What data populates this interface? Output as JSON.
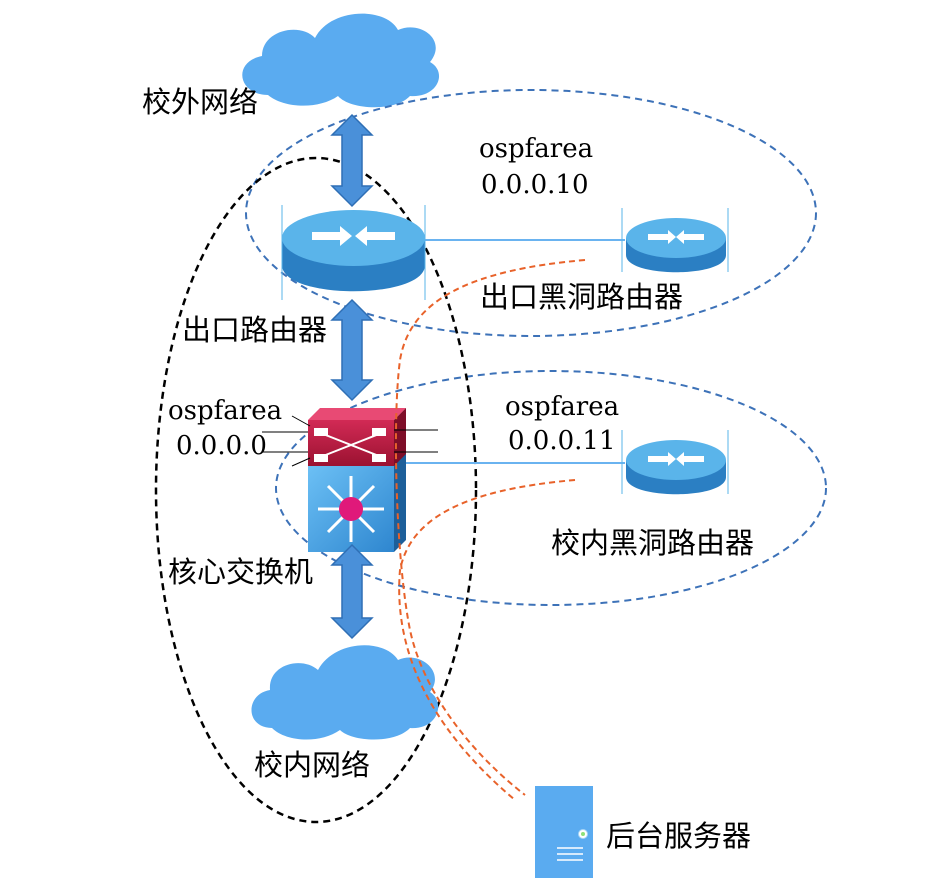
{
  "labels": {
    "external_network": "校外网络",
    "area10_name": "ospfarea",
    "area10_id": "0.0.0.10",
    "exit_router": "出口路由器",
    "exit_blackhole_router": "出口黑洞路由器",
    "area0_name": "ospfarea",
    "area0_id": "0.0.0.0",
    "area11_name": "ospfarea",
    "area11_id": "0.0.0.11",
    "core_switch": "核心交换机",
    "campus_blackhole_router": "校内黑洞路由器",
    "campus_network": "校内网络",
    "backend_server": "后台服务器"
  },
  "colors": {
    "cloud": "#5aabf0",
    "arrow": "#4a90d9",
    "router_top": "#5ab4ea",
    "router_side": "#2b7fc3",
    "switch_red": "#b3163a",
    "switch_blue": "#4aa3e3",
    "area_ellipse": "#3d72b8",
    "area0_ellipse": "#000000",
    "server_link": "#e8622a",
    "server": "#5aabf0",
    "link_line": "#6ab3f0"
  },
  "icons": [
    "cloud-icon",
    "router-icon",
    "switch-icon",
    "server-icon",
    "double-arrow-icon"
  ]
}
